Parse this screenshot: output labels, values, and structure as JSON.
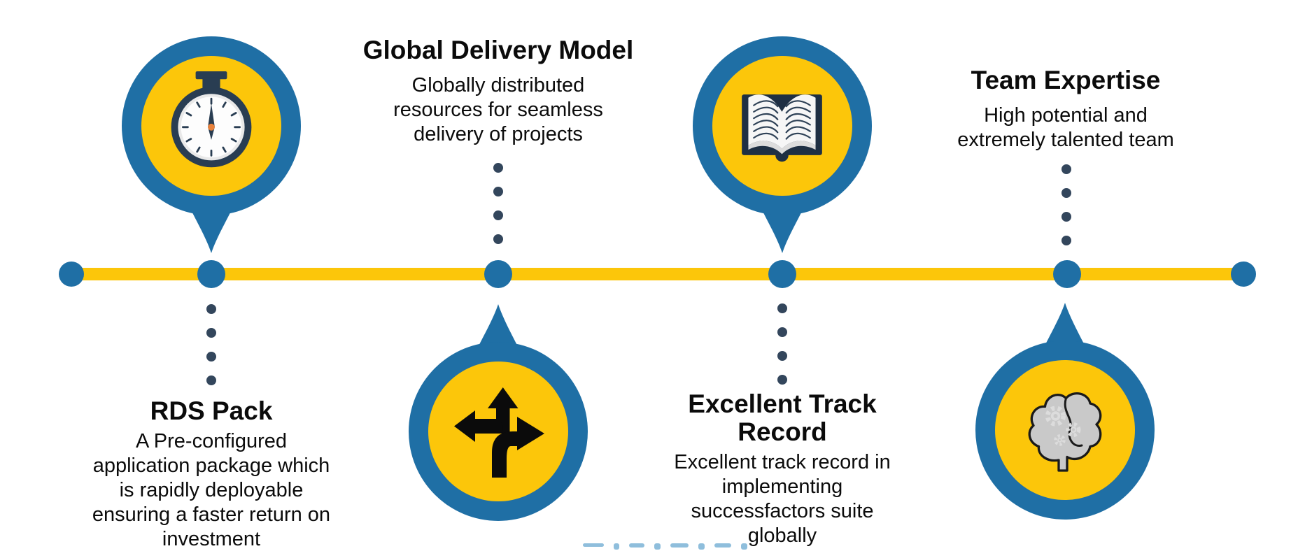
{
  "palette": {
    "background": "#ffffff",
    "timeline_yellow": "#FCC60A",
    "pin_blue": "#1F6FA5",
    "connector_navy": "#33465C",
    "text_black": "#0B0B0B",
    "icon_navy": "#293D52",
    "icon_orange": "#E8823C",
    "icon_black": "#0B0B0B",
    "book_cover_navy": "#1E2F43",
    "book_page_white": "#F6F6F6",
    "brain_gray": "#C9C9C9",
    "gear_gray": "#DCDCDC",
    "remnant_light_blue": "#8FBEDC"
  },
  "items": [
    {
      "id": "rds-pack",
      "icon": "stopwatch-icon",
      "icon_position": "above-line",
      "text_position": "below-line",
      "title_lines": [
        "RDS Pack"
      ],
      "body_lines": [
        "A Pre-configured",
        "application package which",
        "is rapidly deployable",
        "ensuring a faster return on",
        "investment"
      ]
    },
    {
      "id": "global-delivery-model",
      "icon": "three-way-arrows-icon",
      "icon_position": "below-line",
      "text_position": "above-line",
      "title_lines": [
        "Global Delivery Model"
      ],
      "body_lines": [
        "Globally distributed",
        "resources for seamless",
        "delivery of projects"
      ]
    },
    {
      "id": "excellent-track-record",
      "icon": "open-book-icon",
      "icon_position": "above-line",
      "text_position": "below-line",
      "title_lines": [
        "Excellent Track",
        "Record"
      ],
      "body_lines": [
        "Excellent track record in",
        "implementing",
        "successfactors suite",
        "globally"
      ]
    },
    {
      "id": "team-expertise",
      "icon": "brain-gears-icon",
      "icon_position": "below-line",
      "text_position": "above-line",
      "title_lines": [
        "Team Expertise"
      ],
      "body_lines": [
        "High potential and",
        "extremely talented team"
      ]
    }
  ]
}
